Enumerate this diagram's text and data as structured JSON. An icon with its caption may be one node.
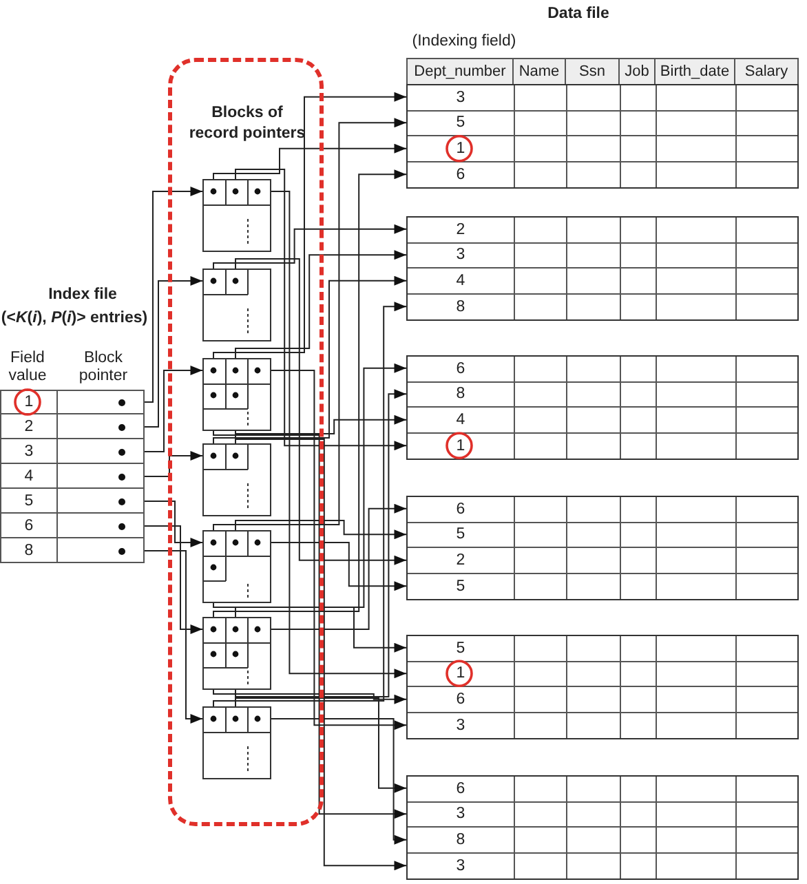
{
  "diagram": {
    "nodes": [
      {
        "text": [
          "1"
        ]
      },
      {
        "text": [
          "2"
        ]
      },
      {
        "text": [
          "3"
        ]
      },
      {
        "text": [
          "4"
        ]
      },
      {
        "text": [
          "5"
        ]
      },
      {
        "text": [
          "6"
        ]
      },
      {
        "text": [
          "8"
        ]
      },
      {
        "text": [
          "Blocks of record pointers"
        ]
      },
      {
        "text": [],
        "shape": "box",
        "in": 7
      },
      {
        "text": [],
        "shape": "box",
        "in": 7
      },
      {
        "text": [],
        "shape": "box",
        "in": 7
      },
      {
        "text": [],
        "shape": "box",
        "in": 7
      },
      {
        "text": [],
        "shape": "box",
        "in": 7
      },
      {
        "text": [],
        "shape": "box",
        "in": 7
      },
      {
        "text": [],
        "shape": "box",
        "in": 7
      },
      {
        "text": [],
        "shape": "box"
      },
      {
        "text": [],
        "shape": "box"
      },
      {
        "text": [],
        "shape": "box"
      },
      {
        "text": [],
        "shape": "box"
      },
      {
        "text": [],
        "shape": "box"
      },
      {
        "text": [],
        "shape": "box"
      },
      {
        "text": [
          "3"
        ],
        "in": 15
      },
      {
        "text": [
          "5"
        ],
        "in": 15
      },
      {
        "text": [
          "1"
        ],
        "in": 15
      },
      {
        "text": [
          "6"
        ],
        "in": 15
      },
      {
        "text": [
          "2"
        ],
        "in": 16
      },
      {
        "text": [
          "3"
        ],
        "in": 16
      },
      {
        "text": [
          "4"
        ],
        "in": 16
      },
      {
        "text": [
          "8"
        ],
        "in": 16
      },
      {
        "text": [
          "6"
        ],
        "in": 17
      },
      {
        "text": [
          "8"
        ],
        "in": 17
      },
      {
        "text": [
          "4"
        ],
        "in": 17
      },
      {
        "text": [
          "1"
        ],
        "in": 17
      },
      {
        "text": [
          "6"
        ],
        "in": 18
      },
      {
        "text": [
          "5"
        ],
        "in": 18
      },
      {
        "text": [
          "2"
        ],
        "in": 18
      },
      {
        "text": [
          "5"
        ],
        "in": 18
      },
      {
        "text": [
          "5"
        ],
        "in": 19
      },
      {
        "text": [
          "1"
        ],
        "in": 19
      },
      {
        "text": [
          "6"
        ],
        "in": 19
      },
      {
        "text": [
          "3"
        ],
        "in": 19
      },
      {
        "text": [
          "6"
        ],
        "in": 20
      },
      {
        "text": [
          "3"
        ],
        "in": 20
      },
      {
        "text": [
          "8"
        ],
        "in": 20
      },
      {
        "text": [
          "3"
        ],
        "in": 20
      }
    ],
    "edges": [
      {
        "from": 0,
        "to": 8,
        "arrow": "to"
      },
      {
        "from": 1,
        "to": 9,
        "arrow": "to"
      },
      {
        "from": 2,
        "to": 10,
        "arrow": "to"
      },
      {
        "from": 3,
        "to": 11,
        "arrow": "to"
      },
      {
        "from": 4,
        "to": 12,
        "arrow": "to"
      },
      {
        "from": 5,
        "to": 13,
        "arrow": "to"
      },
      {
        "from": 6,
        "to": 14,
        "arrow": "to"
      },
      {
        "from": 8,
        "to": 23,
        "arrow": "to"
      },
      {
        "from": 8,
        "to": 32,
        "arrow": "to"
      },
      {
        "from": 8,
        "to": 38,
        "arrow": "to"
      },
      {
        "from": 9,
        "to": 25,
        "arrow": "to"
      },
      {
        "from": 9,
        "to": 35,
        "arrow": "to"
      },
      {
        "from": 10,
        "to": 21,
        "arrow": "to"
      },
      {
        "from": 10,
        "to": 26,
        "arrow": "to"
      },
      {
        "from": 10,
        "to": 40,
        "arrow": "to"
      },
      {
        "from": 10,
        "to": 42,
        "arrow": "to"
      },
      {
        "from": 10,
        "to": 44,
        "arrow": "to"
      },
      {
        "from": 11,
        "to": 27,
        "arrow": "to"
      },
      {
        "from": 11,
        "to": 31,
        "arrow": "to"
      },
      {
        "from": 12,
        "to": 22,
        "arrow": "to"
      },
      {
        "from": 12,
        "to": 34,
        "arrow": "to"
      },
      {
        "from": 12,
        "to": 36,
        "arrow": "to"
      },
      {
        "from": 12,
        "to": 37,
        "arrow": "to"
      },
      {
        "from": 13,
        "to": 24,
        "arrow": "to"
      },
      {
        "from": 13,
        "to": 29,
        "arrow": "to"
      },
      {
        "from": 13,
        "to": 33,
        "arrow": "to"
      },
      {
        "from": 13,
        "to": 39,
        "arrow": "to"
      },
      {
        "from": 13,
        "to": 41,
        "arrow": "to"
      },
      {
        "from": 14,
        "to": 28,
        "arrow": "to"
      },
      {
        "from": 14,
        "to": 30,
        "arrow": "to"
      },
      {
        "from": 14,
        "to": 43,
        "arrow": "to"
      }
    ],
    "labels": [
      "Data file",
      "(Indexing field)",
      "Dept_number",
      "Name",
      "Ssn",
      "Job",
      "Birth_date",
      "Salary",
      "Index file",
      "(<*K*(*i*), *P*(*i*)> entries)",
      "Field value",
      "Block pointer"
    ]
  }
}
